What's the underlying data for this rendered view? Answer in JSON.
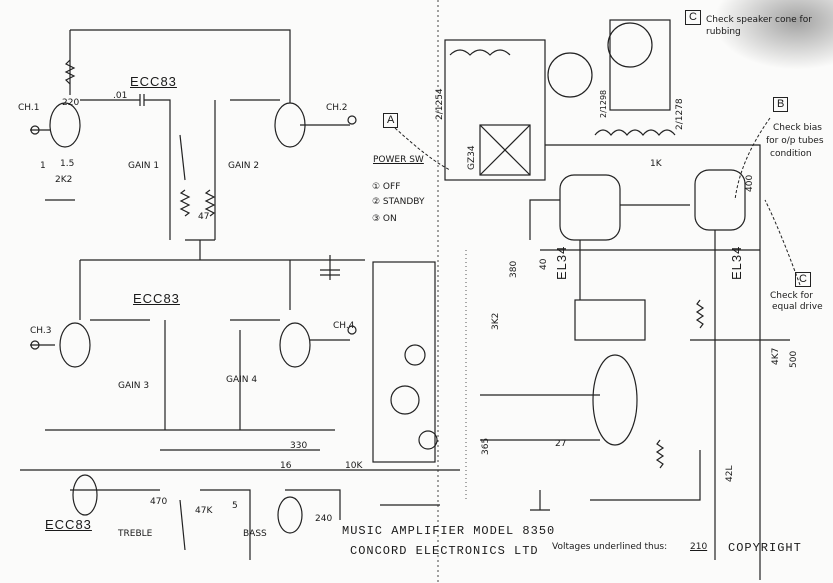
{
  "title": {
    "model": "MUSIC AMPLIFIER MODEL 8350",
    "company": "CONCORD ELECTRONICS LTD",
    "voltage_note": "Voltages underlined thus:",
    "voltage_example": "210",
    "copyright": "COPYRIGHT"
  },
  "notes": {
    "a_marker": "A",
    "b_marker": "B",
    "c_marker_top": "C",
    "c_marker_side": "C",
    "c_top_text": "Check speaker cone for rubbing",
    "b_text_1": "Check bias",
    "b_text_2": "for o/p tubes",
    "b_text_3": "condition",
    "c_side_text_1": "Check for",
    "c_side_text_2": "equal drive"
  },
  "power_switch": {
    "label": "POWER SW",
    "positions": [
      "① OFF",
      "② STANDBY",
      "③ ON"
    ]
  },
  "channels": [
    "CH.1",
    "CH.2",
    "CH.3",
    "CH.4"
  ],
  "tubes": {
    "preamp_1": "ECC83",
    "preamp_2": "ECC83",
    "tone": "ECC83",
    "output_1": "EL34",
    "output_2": "EL34",
    "rectifier": "GZ34"
  },
  "controls": {
    "gain1": "GAIN 1",
    "gain2": "GAIN 2",
    "gain3": "GAIN 3",
    "gain4": "GAIN 4",
    "treble": "TREBLE",
    "bass": "BASS"
  },
  "transformers": {
    "mains": "2/1254",
    "output": "2/1278",
    "choke": "2/1298"
  },
  "components": {
    "r220": "220",
    "c01": ".01",
    "r1": "1",
    "r15": "1.5",
    "r2k2": "2K2",
    "r47": "47",
    "r10k": "10K",
    "r330": "330",
    "c16": "16",
    "r470": "470",
    "r4k7": "4K7",
    "r500": "500",
    "r42l": "42L",
    "r365": "365",
    "r3k2": "3K2",
    "r380": "380",
    "r400": "400",
    "r1k": "1K",
    "r27": "27",
    "c40": "40",
    "r47k": "47K",
    "r5": "5",
    "r240": "240"
  }
}
